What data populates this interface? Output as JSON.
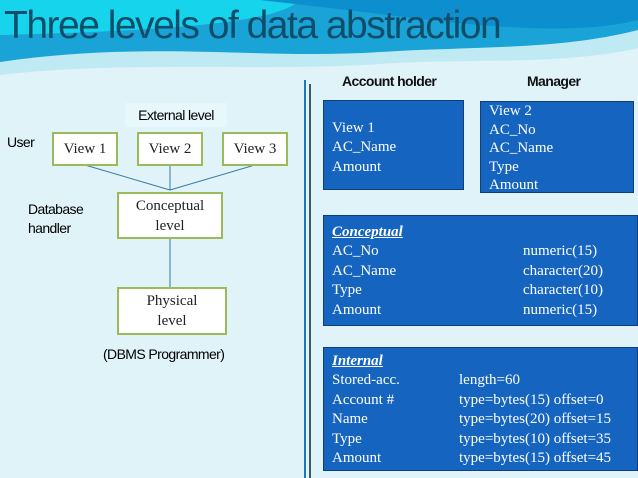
{
  "title": "Three levels of data abstraction",
  "left": {
    "external_level": "External level",
    "user": "User",
    "views": [
      "View 1",
      "View 2",
      "View 3"
    ],
    "db_handler": [
      "Database",
      "handler"
    ],
    "conceptual": [
      "Conceptual",
      "level"
    ],
    "physical": [
      "Physical",
      "level"
    ],
    "programmer": "(DBMS Programmer)"
  },
  "right": {
    "account_holder": "Account holder",
    "manager": "Manager",
    "view1": [
      "View 1",
      "AC_Name",
      "Amount"
    ],
    "view2": [
      "View 2",
      "AC_No",
      "AC_Name",
      "Type",
      "Amount"
    ],
    "conceptual": {
      "heading": "Conceptual",
      "rows": [
        [
          "AC_No",
          "numeric(15)"
        ],
        [
          "AC_Name",
          "character(20)"
        ],
        [
          "Type",
          "character(10)"
        ],
        [
          "Amount",
          "numeric(15)"
        ]
      ]
    },
    "internal": {
      "heading": "Internal",
      "rows": [
        [
          "Stored-acc.",
          "length=60"
        ],
        [
          "Account #",
          "type=bytes(15) offset=0"
        ],
        [
          "Name",
          "type=bytes(20) offset=15"
        ],
        [
          "Type",
          "type=bytes(10) offset=35"
        ],
        [
          "Amount",
          "type=bytes(15) offset=45"
        ]
      ]
    }
  },
  "colors": {
    "box_blue": "#1565c0",
    "green_border": "#9bbb59",
    "title": "#0e4e6a"
  }
}
